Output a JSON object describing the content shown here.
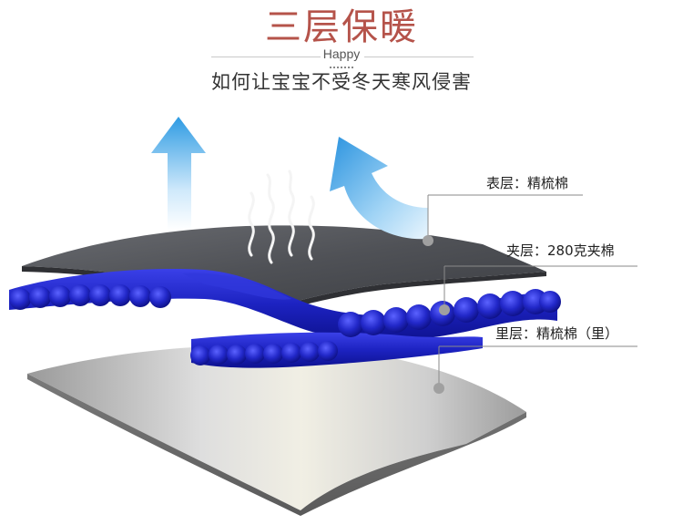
{
  "header": {
    "title": "三层保暖",
    "subtitle_en": "Happy",
    "subtitle": "如何让宝宝不受冬天寒风侵害"
  },
  "layers": {
    "top": "表层：精梳棉",
    "middle": "夹层：280克夹棉",
    "bottom": "里层：精梳棉（里）"
  },
  "colors": {
    "title": "#b5534a",
    "outer_fabric": "#55575c",
    "inner_fabric": "#c7c7c7",
    "filling": "#1f24c8",
    "arrow": "#4aa9e6"
  },
  "icons": [
    "arrow-up-icon",
    "arrow-curved-icon",
    "heat-wave-icon"
  ]
}
